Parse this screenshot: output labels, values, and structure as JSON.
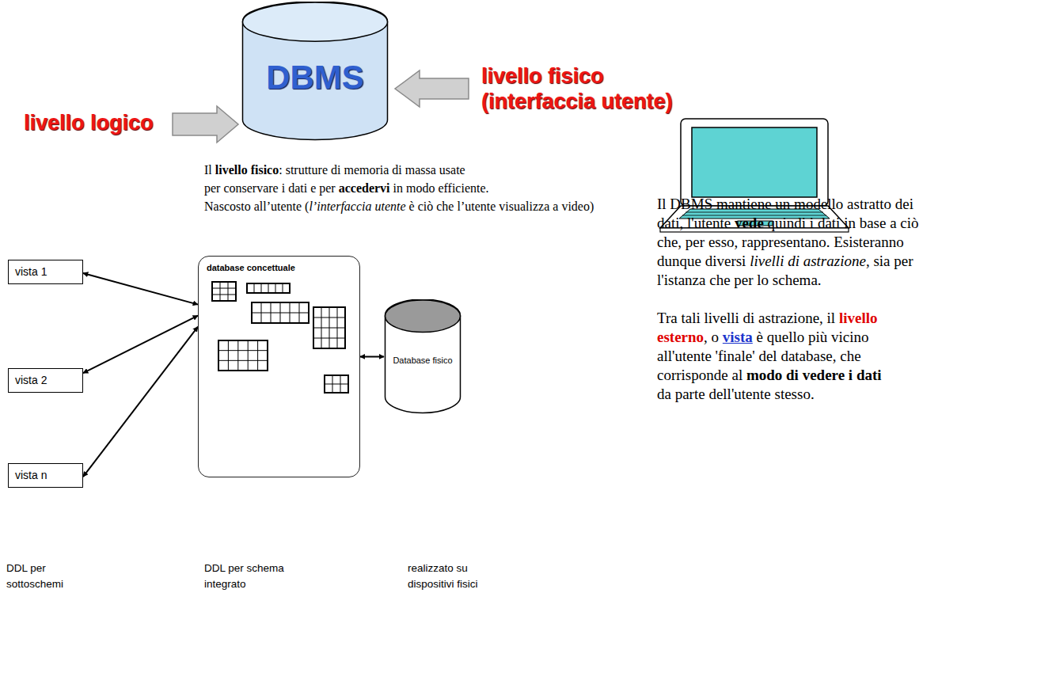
{
  "diagram": {
    "nodes": [
      {
        "text": [
          "DBMS"
        ]
      },
      {
        "text": [
          "vista 1"
        ]
      },
      {
        "text": [
          "vista 2"
        ]
      },
      {
        "text": [
          "vista n"
        ]
      },
      {
        "text": [
          "database concettuale"
        ]
      },
      {
        "text": [
          "Database fisico"
        ]
      }
    ],
    "edges": [
      {
        "from": 1,
        "to": 4,
        "arrow": "both"
      },
      {
        "from": 2,
        "to": 4,
        "arrow": "both"
      },
      {
        "from": 3,
        "to": 4,
        "arrow": "both"
      },
      {
        "from": 4,
        "to": 5,
        "arrow": "both"
      }
    ],
    "labels": [
      "livello logico",
      "livello fisico (interfaccia utente)",
      "Il",
      "livello fisico",
      ": strutture di memoria di massa usate",
      "per conservare i dati e per",
      "accedervi",
      "in modo efficiente.",
      "Nascosto all’utente (",
      "l’interfaccia utente",
      "è ciò che l’utente visualizza a video)",
      "DDL per sottoschemi",
      "DDL per schema integrato",
      "realizzato su dispositivi fisici",
      "Il DBMS mantiene un modello astratto dei",
      "dati, l'utente",
      "vede",
      "quindi i dati in base a ciò",
      "che, per esso, rappresentano. Esisteranno",
      "dunque diversi",
      "livelli di astrazione",
      ", sia per",
      "l'istanza che per lo schema.",
      "Tra tali livelli di astrazione, il",
      "livello",
      "esterno",
      ", o",
      "vista",
      "è quello più vicino",
      "all'utente 'finale' del database, che",
      "corrisponde al",
      "modo di vedere i dati",
      "da parte dell'utente stesso."
    ]
  }
}
